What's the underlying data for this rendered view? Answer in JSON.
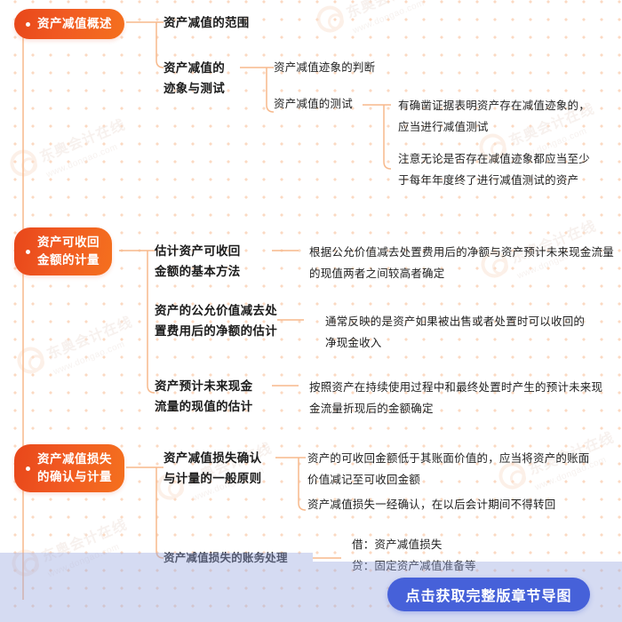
{
  "meta": {
    "watermark_title": "东奥会计在线",
    "watermark_url": "www.dongao.com"
  },
  "theme": {
    "badge_gradient_start": "#e8471a",
    "badge_gradient_end": "#f4701e",
    "connector_color": "#f7b98c",
    "dot_grid_color": "#fbd9c2",
    "cta_color": "#4661d9",
    "overlay_color": "rgba(155,170,225,0.42)",
    "text_color": "#1f1f1f"
  },
  "nodes": {
    "s1": {
      "badge_line1": "资产减值概述",
      "c1": "资产减值的范围",
      "c2_line1": "资产减值的",
      "c2_line2": "迹象与测试",
      "c2_a": "资产减值迹象的判断",
      "c2_b": "资产减值的测试",
      "c2_b_1_line1": "有确凿证据表明资产存在减值迹象的，",
      "c2_b_1_line2": "应当进行减值测试",
      "c2_b_2_line1": "注意无论是否存在减值迹象都应当至少",
      "c2_b_2_line2": "于每年年度终了进行减值测试的资产"
    },
    "s2": {
      "badge_line1": "资产可收回",
      "badge_line2": "金额的计量",
      "c1_line1": "估计资产可收回",
      "c1_line2": "金额的基本方法",
      "c1_d_line1": "根据公允价值减去处置费用后的净额与资产预计未来现金流量",
      "c1_d_line2": "的现值两者之间较高者确定",
      "c2_line1": "资产的公允价值减去处",
      "c2_line2": "置费用后的净额的估计",
      "c2_d_line1": "通常反映的是资产如果被出售或者处置时可以收回的",
      "c2_d_line2": "净现金收入",
      "c3_line1": "资产预计未来现金",
      "c3_line2": "流量的现值的估计",
      "c3_d_line1": "按照资产在持续使用过程中和最终处置时产生的预计未来现",
      "c3_d_line2": "金流量折现后的金额确定"
    },
    "s3": {
      "badge_line1": "资产减值损失",
      "badge_line2": "的确认与计量",
      "c1_line1": "资产减值损失确认",
      "c1_line2": "与计量的一般原则",
      "c1_d1_line1": "资产的可收回金额低于其账面价值的，应当将资产的账面",
      "c1_d1_line2": "价值减记至可收回金额",
      "c1_d2": "资产减值损失一经确认，在以后会计期间不得转回",
      "c2": "资产减值损失的账务处理",
      "c2_d1": "借：资产减值损失",
      "c2_d2": "贷：固定资产减值准备等"
    }
  },
  "cta": {
    "label": "点击获取完整版章节导图"
  }
}
